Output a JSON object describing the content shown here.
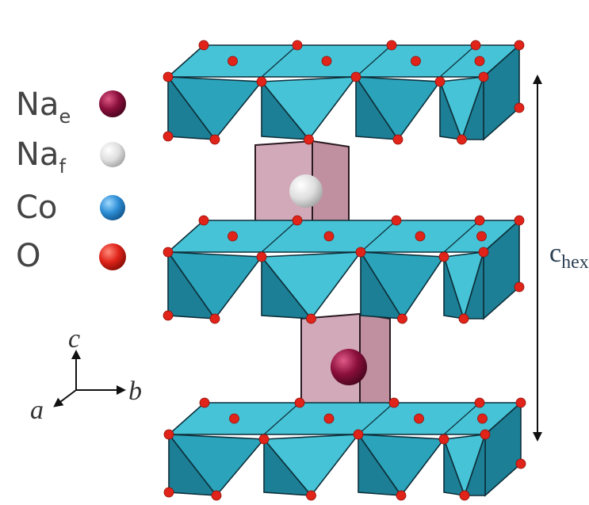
{
  "legend": {
    "items": [
      {
        "symbol": "Na",
        "subscript": "e",
        "color": "#8b0f3c"
      },
      {
        "symbol": "Na",
        "subscript": "f",
        "color": "#e8e8e8"
      },
      {
        "symbol": "Co",
        "subscript": "",
        "color": "#2f8fd6"
      },
      {
        "symbol": "O",
        "subscript": "",
        "color": "#e0241a"
      }
    ]
  },
  "axes": {
    "a": "a",
    "b": "b",
    "c": "c"
  },
  "dimension": {
    "main": "c",
    "subscript": "hex"
  },
  "colors": {
    "octahedron_top": "#46c3d6",
    "octahedron_face": "#2aa3bb",
    "octahedron_dark": "#1c7f95",
    "octahedron_edge": "#0e2f3a",
    "prism_fill": "#c99aac",
    "prism_edge": "#2a1a22",
    "oxygen": "#e0241a",
    "na_e": "#8b0f3c",
    "na_f": "#e8e8e8"
  }
}
